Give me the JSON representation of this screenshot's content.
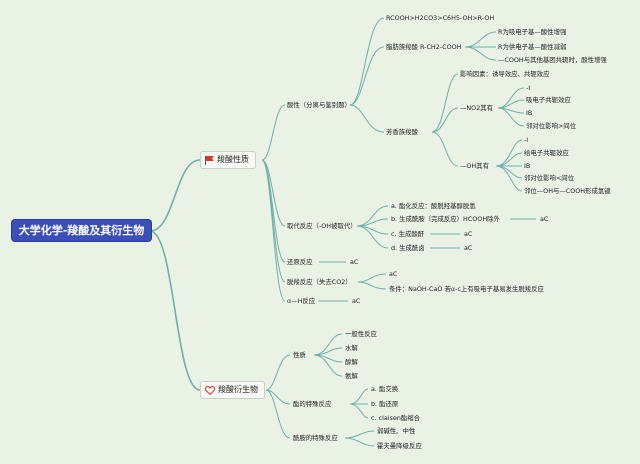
{
  "root": "大学化学-羧酸及其衍生物",
  "branch1": {
    "title": "羧酸性质",
    "icon": "flag-icon",
    "acidity": {
      "label": "酸性（分离与鉴别题）",
      "items": [
        "RCOOH>H2CO3>C6H5-OH>R-OH"
      ],
      "aliphatic": {
        "label": "脂肪族羧酸 R-CH2-COOH",
        "items": [
          "R为吸电子基—酸性增强",
          "R为供电子基—酸性减弱",
          "—COOH与其他基团共轭时，酸性增强"
        ]
      },
      "aromatic": {
        "label": "芳香族羧酸",
        "factor": "影响因素：诱导效应、共轭效应",
        "no2": {
          "label": "—NO2其有",
          "items": [
            "-I",
            "吸电子共轭效应",
            "IB",
            "邻对位影响>间位"
          ]
        },
        "oh": {
          "label": "—OH其有",
          "items": [
            "-I",
            "给电子共轭效应",
            "IB",
            "邻对位影响<间位",
            "邻位—OH与—COOH形成氢键"
          ]
        }
      }
    },
    "substitution": {
      "label": "取代反应（-OH被取代）",
      "items": [
        "a. 酯化反应：酸脱羟基醇脱氢",
        "b. 生成酰胺（完成反应）HCOOH除外",
        "c. 生成酸酐",
        "d. 生成酰卤"
      ],
      "b_extra": "aC",
      "c_extra": "aC",
      "d_extra": "aC"
    },
    "reduction": {
      "label": "还原反应",
      "extra": "aC"
    },
    "decarboxylation": {
      "label": "脱羧反应（失去CO2）",
      "items": [
        "aC",
        "条件：NaOH-CaO 若α-c上有吸电子基易发生脱羧反应"
      ]
    },
    "alpha_h": {
      "label": "α—H反应",
      "extra": "aC"
    }
  },
  "branch2": {
    "title": "羧酸衍生物",
    "icon": "heart-icon",
    "properties": {
      "label": "性质",
      "items": [
        "一般性反应",
        "水解",
        "醇解",
        "氨解"
      ]
    },
    "ester": {
      "label": "酯的特殊反应",
      "items": [
        "a. 酯交换",
        "b. 酯还原",
        "c. claisen酯缩合"
      ]
    },
    "amide": {
      "label": "酰胺的特殊反应",
      "items": [
        "弱碱性、中性",
        "霍夫曼降级反应"
      ]
    }
  },
  "colors": {
    "line": "#6fb0a7",
    "root_bg": "#3b4fb8",
    "background": "#e9f2e5",
    "flag": "#d33a2c",
    "heart": "#d33a2c"
  }
}
